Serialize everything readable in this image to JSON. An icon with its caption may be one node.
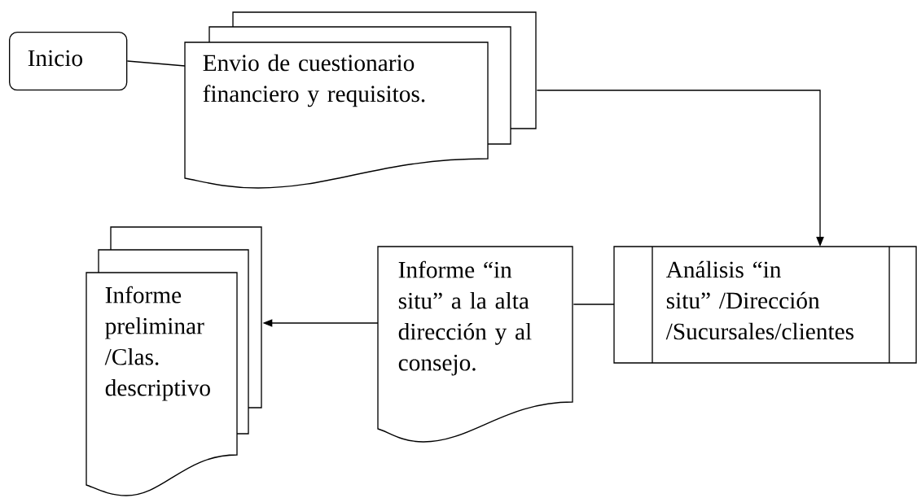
{
  "diagram": {
    "nodes": [
      {
        "text": [
          "Inicio"
        ]
      },
      {
        "text": [
          "Envio de cuestionario financiero y requisitos."
        ]
      },
      {
        "text": [
          "Análisis “in situ” /Dirección /Sucursales/clientes"
        ]
      },
      {
        "text": [
          "Informe “in situ” a la alta dirección y al consejo."
        ]
      },
      {
        "text": [
          "Informe preliminar /Clas. descriptivo"
        ]
      }
    ],
    "edges": [
      {
        "from": 0,
        "to": 1,
        "arrow": "none"
      },
      {
        "from": 1,
        "to": 2,
        "arrow": "to"
      },
      {
        "from": 2,
        "to": 3,
        "arrow": "none"
      },
      {
        "from": 3,
        "to": 4,
        "arrow": "to"
      }
    ]
  }
}
